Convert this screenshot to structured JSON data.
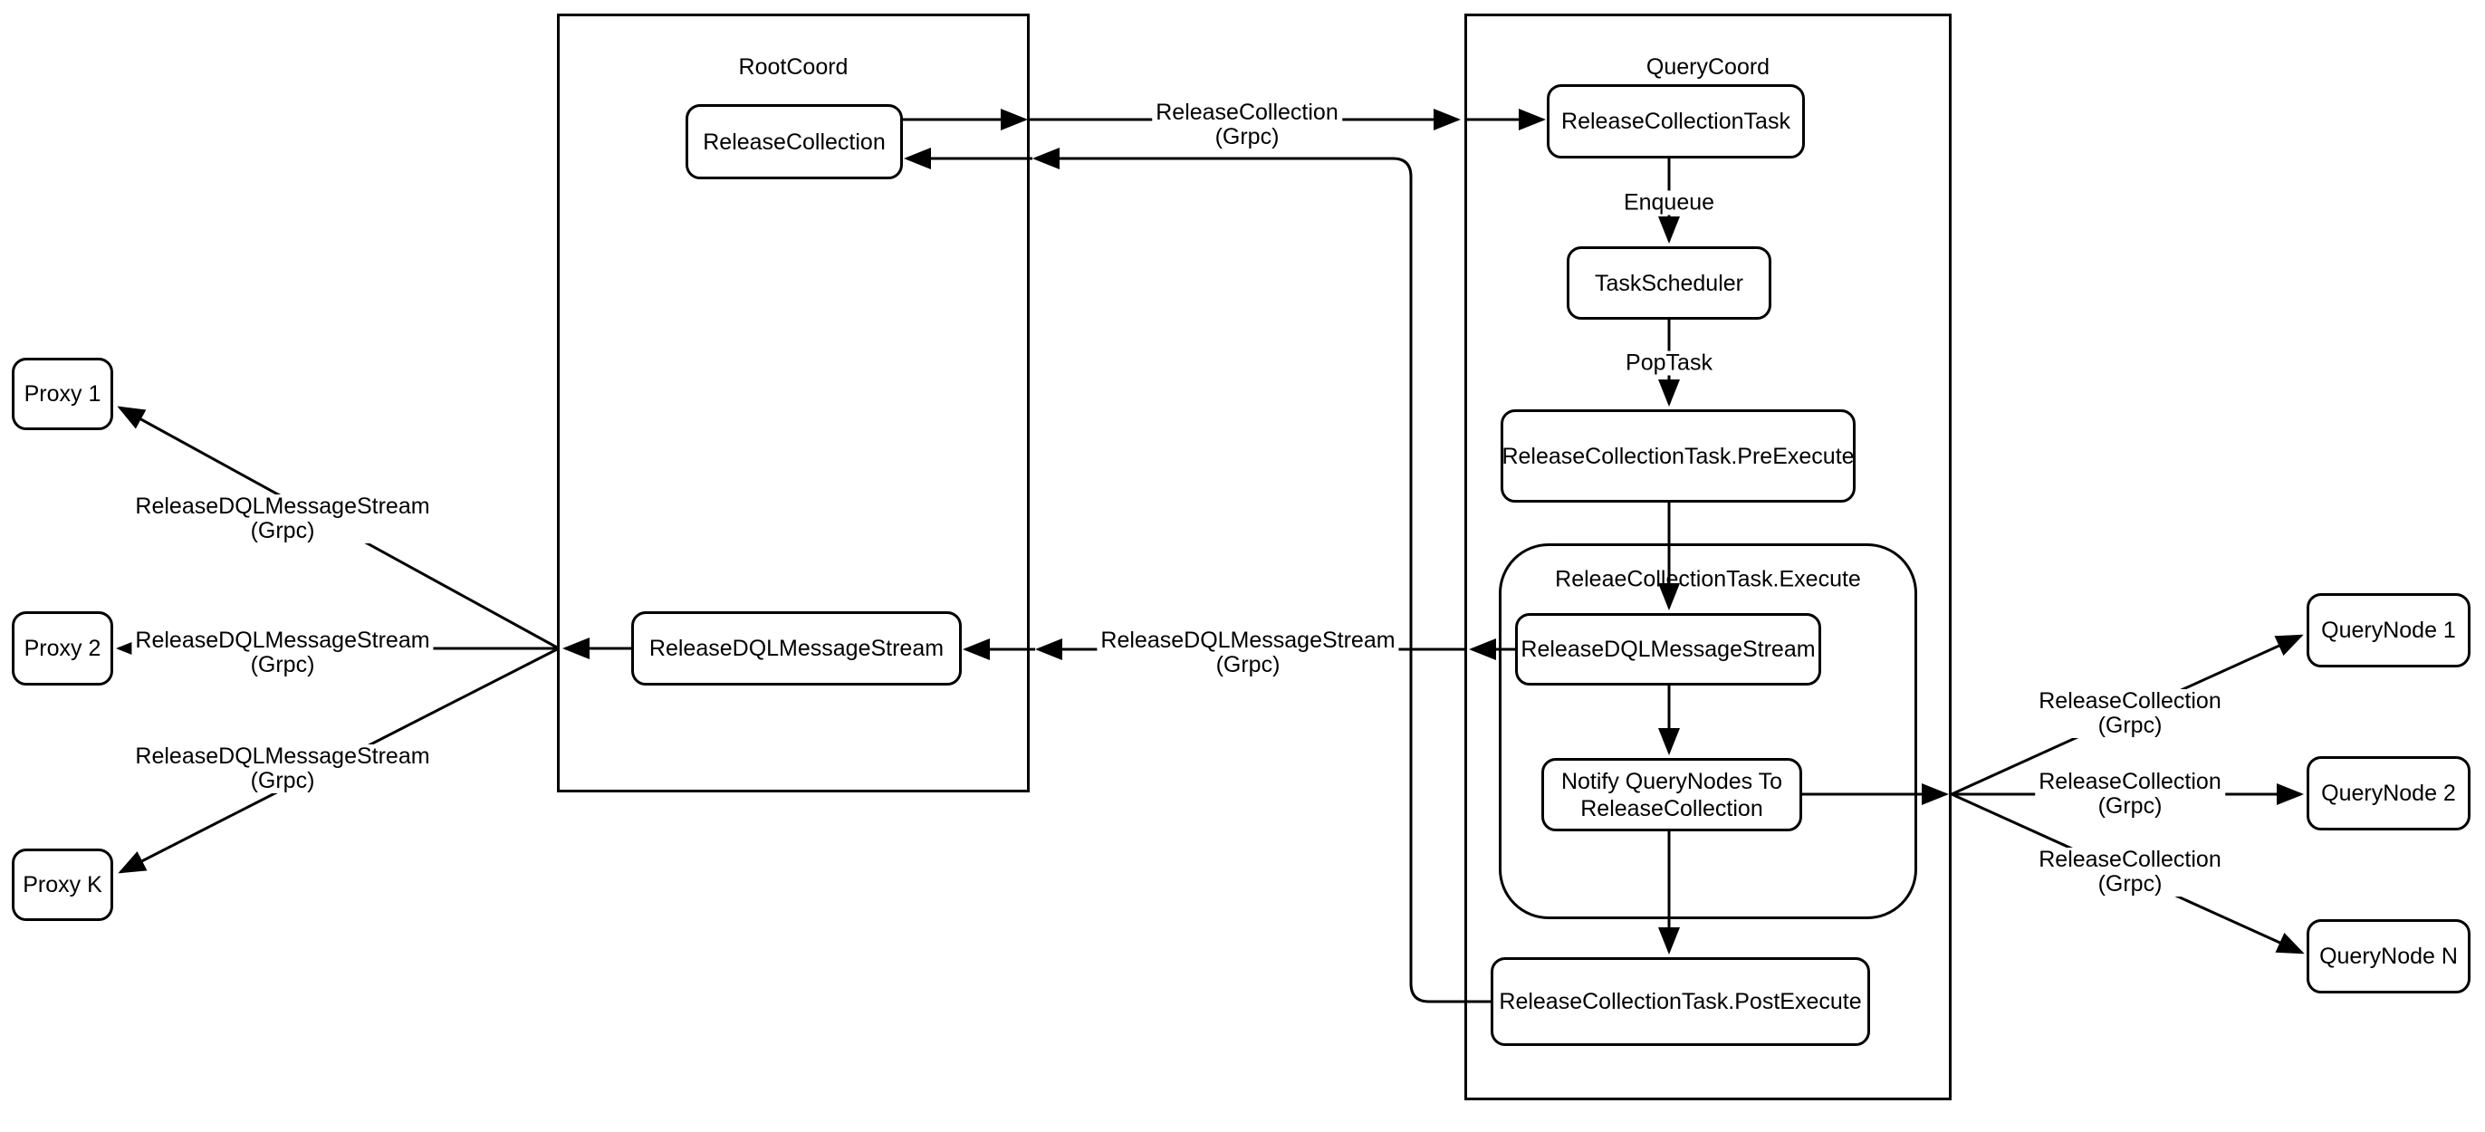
{
  "containers": {
    "root_coord": {
      "title": "RootCoord"
    },
    "query_coord": {
      "title": "QueryCoord"
    },
    "execute_group": {
      "title": "ReleaeCollectionTask.Execute"
    }
  },
  "nodes": {
    "release_collection": "ReleaseCollection",
    "root_dql_stream": "ReleaseDQLMessageStream",
    "release_collection_task": "ReleaseCollectionTask",
    "task_scheduler": "TaskScheduler",
    "pre_execute": "ReleaseCollectionTask.PreExecute",
    "qc_dql_stream": "ReleaseDQLMessageStream",
    "notify": {
      "line1": "Notify QueryNodes To",
      "line2": "ReleaseCollection"
    },
    "post_execute": "ReleaseCollectionTask.PostExecute",
    "proxy_1": "Proxy 1",
    "proxy_2": "Proxy 2",
    "proxy_k": "Proxy K",
    "querynode_1": "QueryNode 1",
    "querynode_2": "QueryNode 2",
    "querynode_n": "QueryNode N"
  },
  "edge_labels": {
    "enqueue": "Enqueue",
    "pop_task": "PopTask",
    "mid_release_collection": {
      "line1": "ReleaseCollection",
      "line2": "(Grpc)"
    },
    "mid_dql_stream": {
      "line1": "ReleaseDQLMessageStream",
      "line2": "(Grpc)"
    },
    "left": [
      {
        "line1": "ReleaseDQLMessageStream",
        "line2": "(Grpc)"
      },
      {
        "line1": "ReleaseDQLMessageStream",
        "line2": "(Grpc)"
      },
      {
        "line1": "ReleaseDQLMessageStream",
        "line2": "(Grpc)"
      }
    ],
    "right": [
      {
        "line1": "ReleaseCollection",
        "line2": "(Grpc)"
      },
      {
        "line1": "ReleaseCollection",
        "line2": "(Grpc)"
      },
      {
        "line1": "ReleaseCollection",
        "line2": "(Grpc)"
      }
    ]
  },
  "colors": {
    "stroke": "#000000",
    "node_fill": "#ffffff",
    "text": "#000000"
  }
}
